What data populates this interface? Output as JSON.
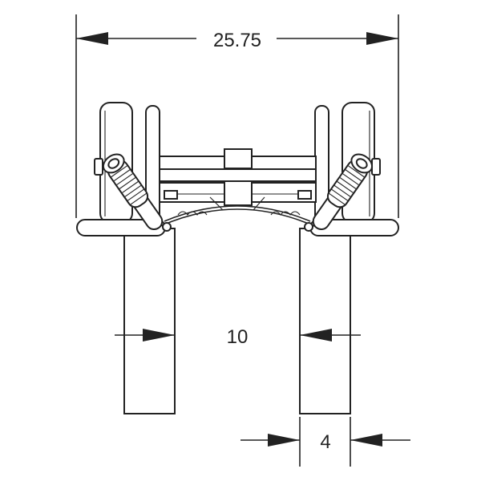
{
  "drawing": {
    "dimensions": {
      "overall_width": "25.75",
      "inner_spacing": "10",
      "fork_width": "4"
    }
  }
}
